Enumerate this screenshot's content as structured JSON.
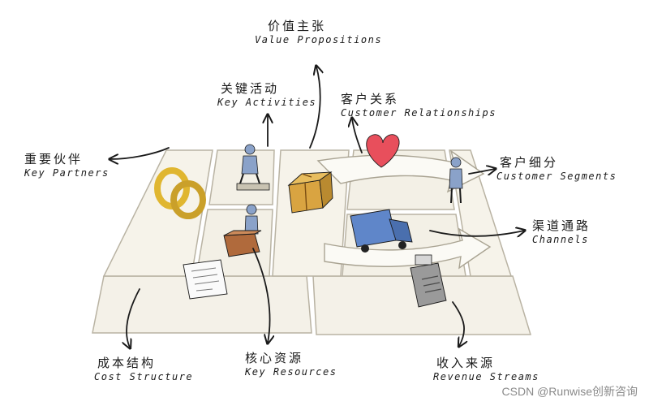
{
  "labels": {
    "value_propositions": {
      "zh": "价值主张",
      "en": "Value Propositions"
    },
    "key_activities": {
      "zh": "关键活动",
      "en": "Key Activities"
    },
    "customer_relationships": {
      "zh": "客户关系",
      "en": "Customer Relationships"
    },
    "key_partners": {
      "zh": "重要伙伴",
      "en": "Key Partners"
    },
    "customer_segments": {
      "zh": "客户细分",
      "en": "Customer Segments"
    },
    "channels": {
      "zh": "渠道通路",
      "en": "Channels"
    },
    "cost_structure": {
      "zh": "成本结构",
      "en": "Cost Structure"
    },
    "key_resources": {
      "zh": "核心资源",
      "en": "Key Resources"
    },
    "revenue_streams": {
      "zh": "收入来源",
      "en": "Revenue Streams"
    }
  },
  "watermark": "CSDN @Runwise创新咨询",
  "colors": {
    "board": "#f4f1e8",
    "board_edge": "#b9b3a3",
    "heart": "#e84f5c",
    "gift": "#d9a441",
    "truck": "#5f86c9",
    "rings": "#e0b630",
    "ink": "#1a1a1a"
  }
}
